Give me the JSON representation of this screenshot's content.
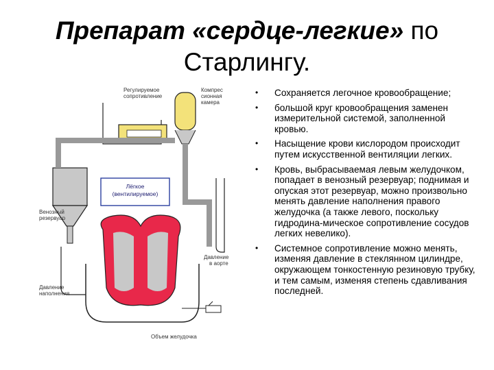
{
  "title": {
    "part1": "Препарат «сердце-легкие»",
    "part2": " по",
    "line2": "Старлингу."
  },
  "diagram": {
    "labels": {
      "regulated_resistance_1": "Регулируемое",
      "regulated_resistance_2": "сопротивление",
      "compression_1": "Компрес",
      "compression_2": "сионная",
      "compression_3": "камера",
      "lung_1": "Лёгкое",
      "lung_2": "(вентилируемое)",
      "venous_1": "Венозный",
      "venous_2": "резервуар",
      "aorta_1": "Давление",
      "aorta_2": "в аорте",
      "filling_1": "Давление",
      "filling_2": "наполнения",
      "volume": "Объем желудочка"
    },
    "colors": {
      "vessel": "#c8c8c8",
      "blood": "#e8284a",
      "yellow": "#f3e27a",
      "lung_border": "#2a3fa0"
    }
  },
  "bullets": [
    "Сохраняется легочное кровообращение;",
    "большой круг кровообращения заменен измерительной системой, заполненной кровью.",
    "Насыщение крови кислородом происходит путем искусственной вентиляции легких.",
    "Кровь, выбрасываемая левым желудочком, попадает в венозный резервуар; поднимая и опуская этот резервуар, можно произвольно менять давление наполнения правого желудочка (а также левого, поскольку гидродина-мическое сопротивление сосудов легких невелико).",
    "Системное сопротивление можно менять, изменяя давление в стеклянном цилиндре, окружающем тонкостенную резиновую трубку, и тем самым, изменяя степень сдавливания последней."
  ],
  "bullet_glyph": "•"
}
